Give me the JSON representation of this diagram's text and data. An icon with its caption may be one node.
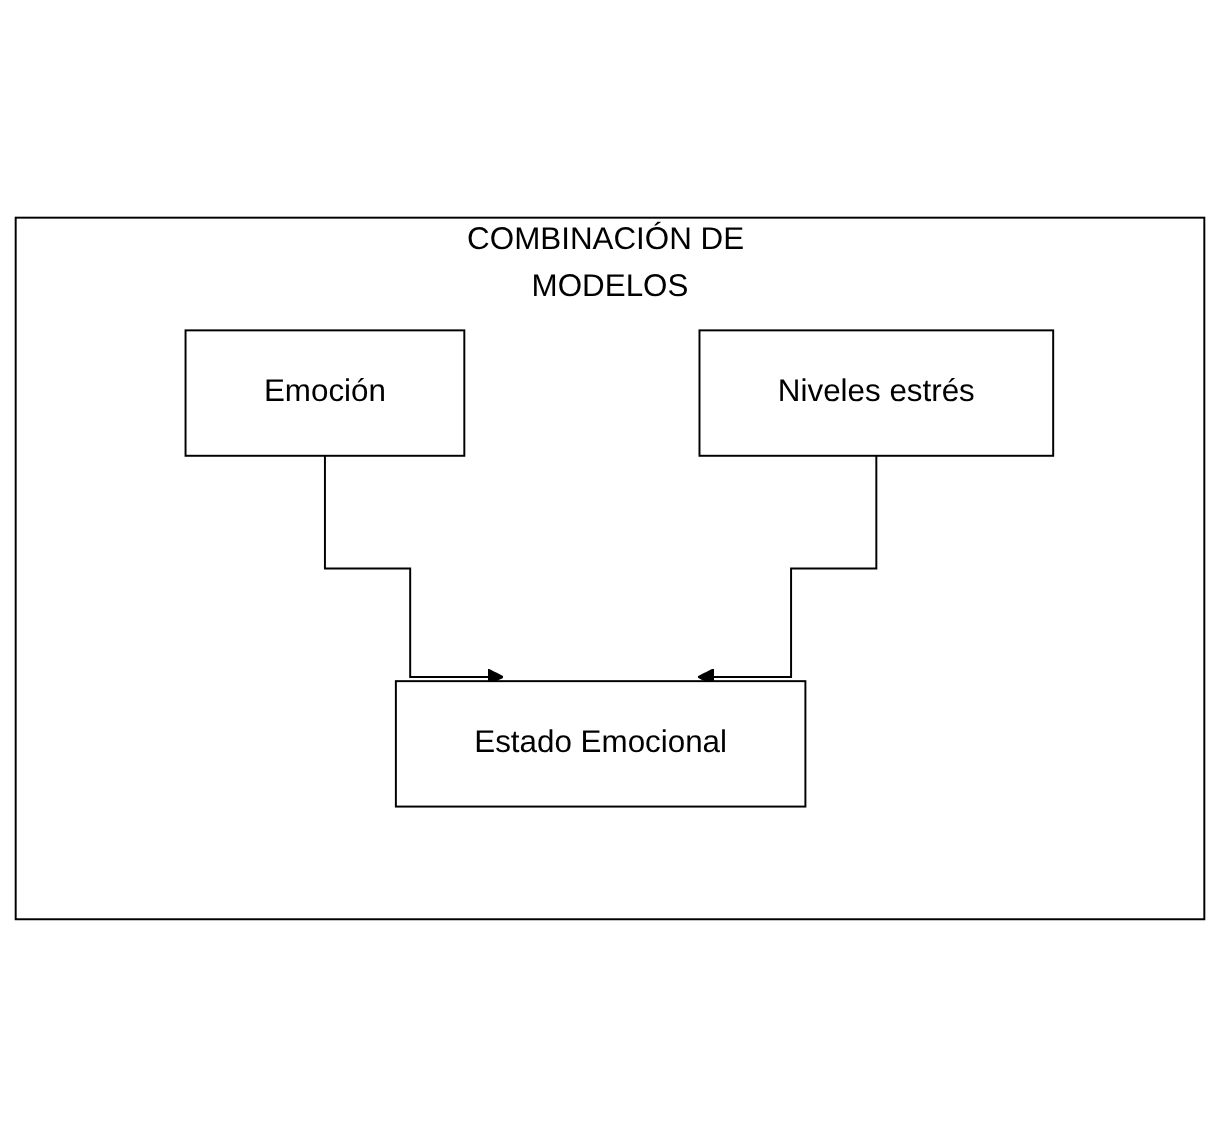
{
  "diagram": {
    "nodes": [
      {
        "text": [
          "COMBINACIÓN DE MODELOS"
        ]
      },
      {
        "text": [
          "Emoción"
        ],
        "in": 0
      },
      {
        "text": [
          "Niveles estrés"
        ],
        "in": 0
      },
      {
        "text": [
          "Estado Emocional"
        ],
        "in": 0
      }
    ],
    "edges": [
      {
        "from": 1,
        "to": 3,
        "arrow": "to"
      },
      {
        "from": 2,
        "to": 3,
        "arrow": "to"
      }
    ]
  }
}
